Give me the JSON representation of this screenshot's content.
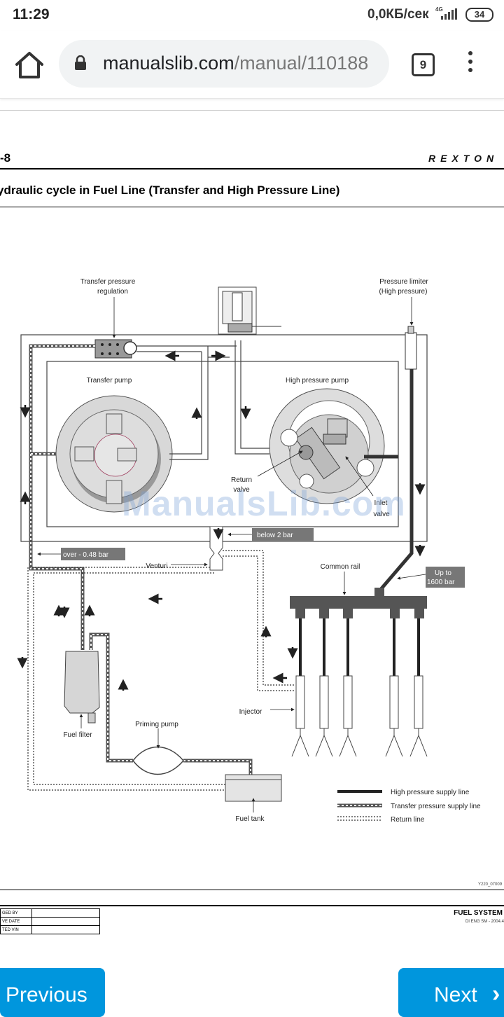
{
  "status_bar": {
    "time": "11:29",
    "speed": "0,0КБ/сек",
    "network": "4G",
    "battery": "34"
  },
  "browser": {
    "url_domain": "manualslib.com",
    "url_path": "/manual/110188",
    "tab_count": "9"
  },
  "page": {
    "page_number": "-8",
    "brand": "REXTON",
    "title": "ydraulic cycle in Fuel Line (Transfer and High Pressure Line)",
    "watermark": "ManualsLib.com",
    "figure_code": "Y220_07009"
  },
  "diagram": {
    "labels": {
      "transfer_pressure_regulation_1": "Transfer pressure",
      "transfer_pressure_regulation_2": "regulation",
      "pressure_limiter_1": "Pressure limiter",
      "pressure_limiter_2": "(High pressure)",
      "transfer_pump": "Transfer pump",
      "high_pressure_pump": "High pressure pump",
      "return_valve_1": "Return",
      "return_valve_2": "valve",
      "inlet_valve_1": "Inlet",
      "inlet_valve_2": "valve",
      "below_2_bar": "below 2 bar",
      "over_048_bar": "over - 0.48 bar",
      "venturi": "Venturi",
      "common_rail": "Common rail",
      "up_to_1": "Up to",
      "up_to_2": "1600 bar",
      "injector": "Injector",
      "fuel_filter": "Fuel filter",
      "priming_pump": "Priming pump",
      "fuel_tank": "Fuel tank"
    },
    "legend": {
      "high_pressure": "High pressure supply line",
      "transfer_pressure": "Transfer pressure supply line",
      "return_line": "Return line"
    }
  },
  "footer": {
    "rows": [
      {
        "label": "GED BY",
        "value": ""
      },
      {
        "label": "VE DATE",
        "value": ""
      },
      {
        "label": "TED VIN",
        "value": ""
      }
    ],
    "system": "FUEL SYSTEM",
    "doc": "DI ENG SM - 2004.4"
  },
  "navigation": {
    "previous": "Previous",
    "next": "Next"
  }
}
